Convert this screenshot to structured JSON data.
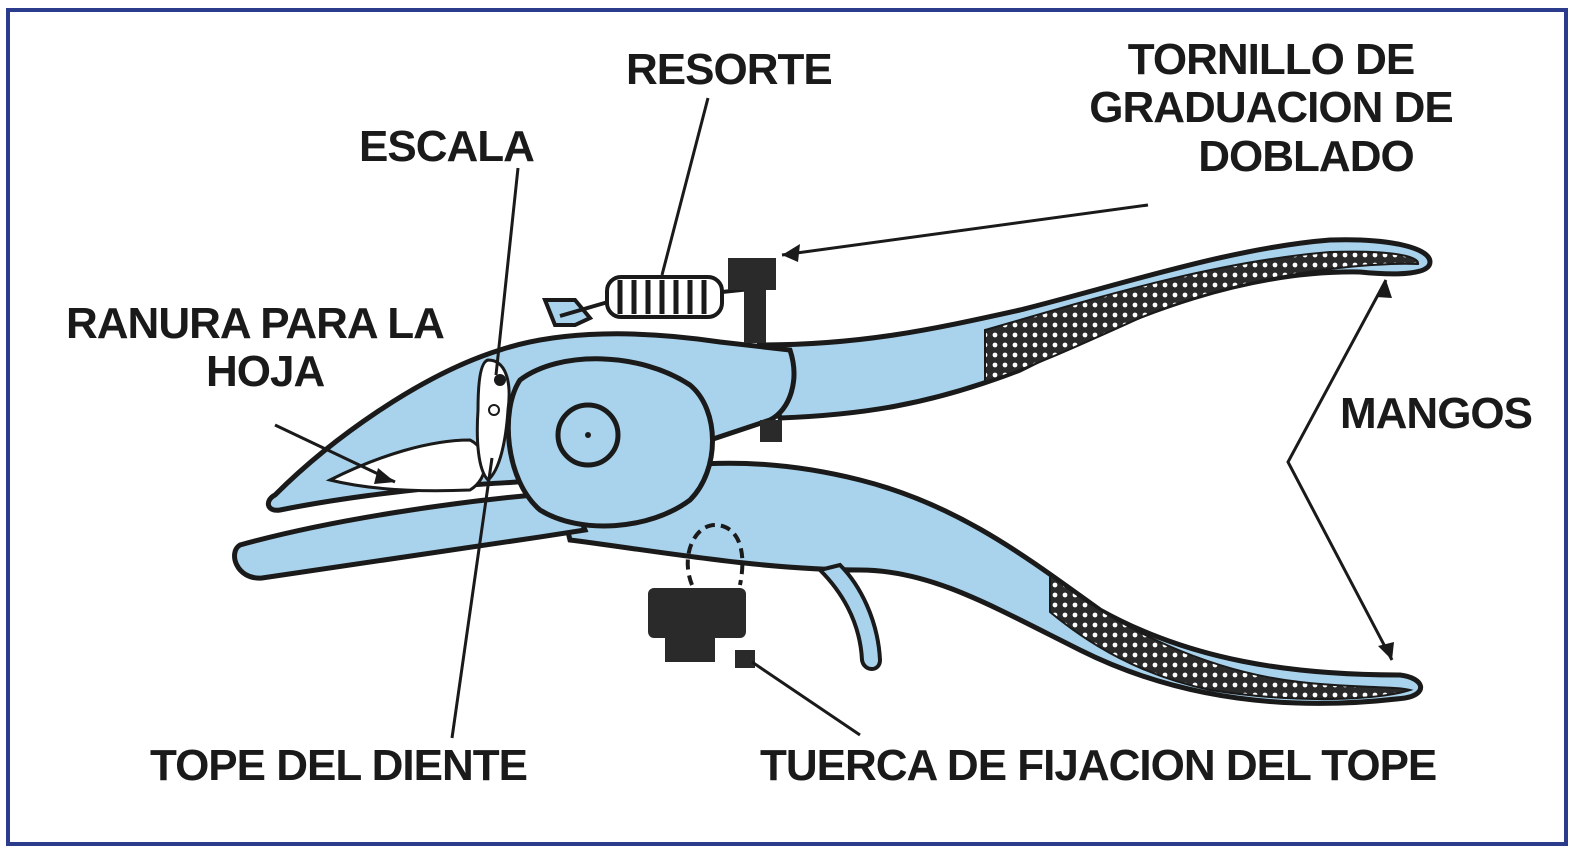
{
  "colors": {
    "frame": "#2b3c8c",
    "tool_fill": "#a9d3ec",
    "tool_outline": "#1a1a1a",
    "leader": "#1a1a1a"
  },
  "labels": {
    "resorte": "RESORTE",
    "escala": "ESCALA",
    "tornillo_line1": "TORNILLO DE",
    "tornillo_line2": "GRADUACION DE",
    "tornillo_line3": "DOBLADO",
    "ranura_line1": "RANURA PARA LA",
    "ranura_line2": "HOJA",
    "mangos": "MANGOS",
    "tope_diente": "TOPE DEL DIENTE",
    "tuerca": "TUERCA DE FIJACION DEL TOPE"
  }
}
